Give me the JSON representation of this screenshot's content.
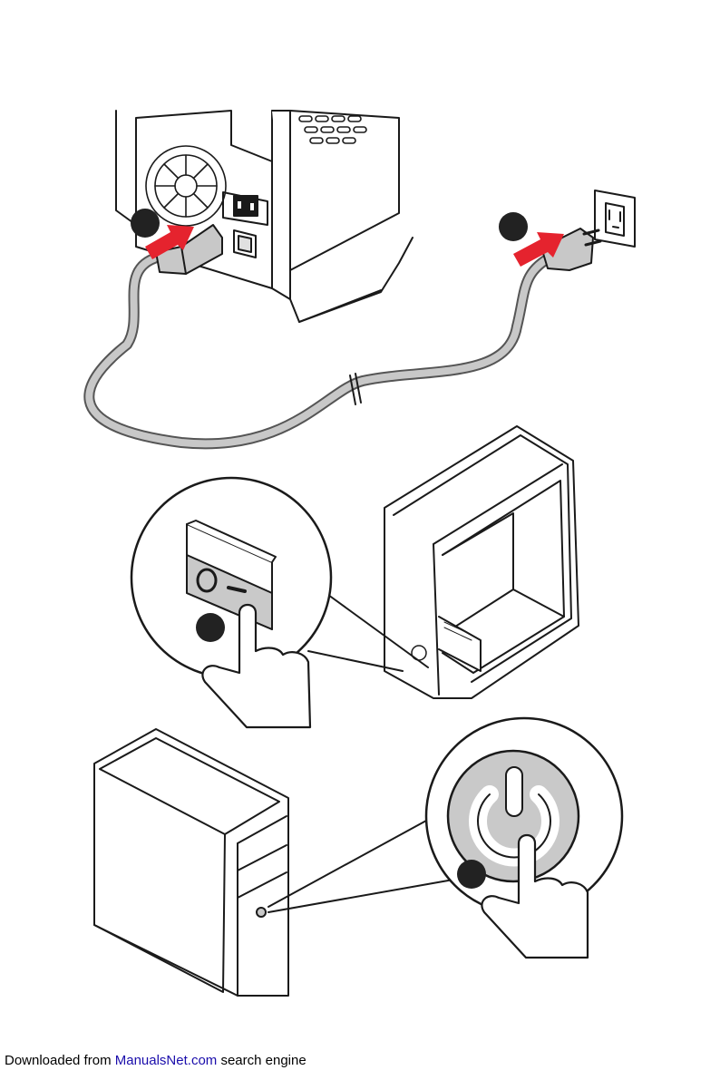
{
  "colors": {
    "arrow": "#e5232e",
    "cable": "#c8c8c8",
    "step_marker": "#222222",
    "power_button": "#c9c9c9",
    "outline": "#1a1a1a",
    "link": "#1a0dab"
  },
  "icons": [
    "plug-in-arrow-icon",
    "power-switch-icon",
    "power-symbol-icon",
    "pointing-hand-icon"
  ],
  "footer": {
    "prefix": "Downloaded from ",
    "link": "ManualsNet.com",
    "suffix": " search engine"
  }
}
